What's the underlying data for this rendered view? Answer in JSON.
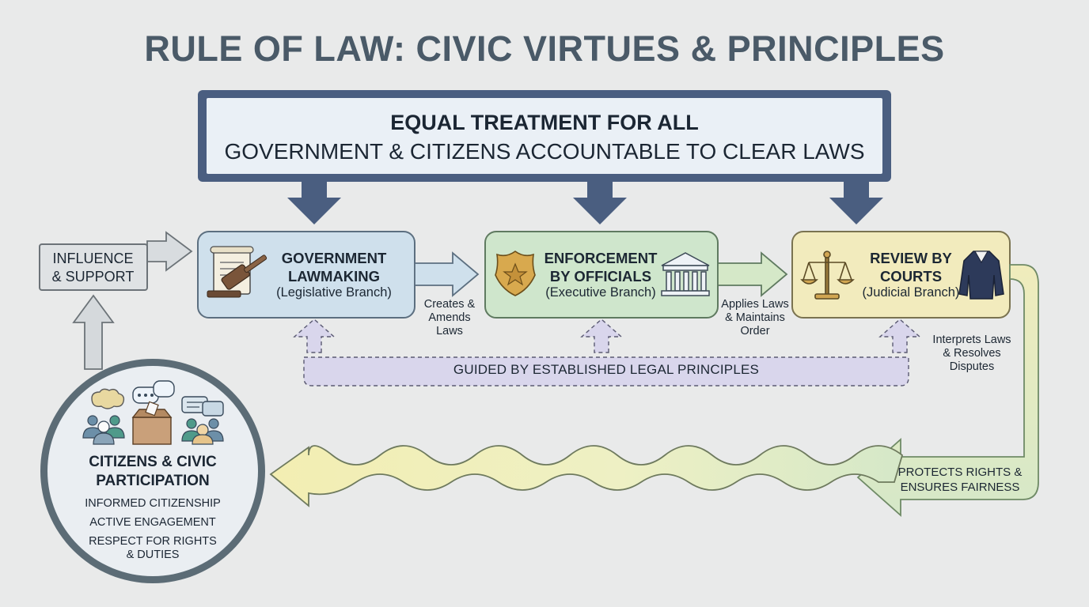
{
  "title": "RULE OF LAW: CIVIC VIRTUES & PRINCIPLES",
  "banner": {
    "line1": "EQUAL TREATMENT FOR ALL",
    "line2": "GOVERNMENT & CITIZENS ACCOUNTABLE TO CLEAR LAWS"
  },
  "branches": [
    {
      "title": "GOVERNMENT\nLAWMAKING",
      "subtitle": "(Legislative Branch)",
      "fill": "#cfe0ec",
      "icon": "gavel-scroll-icon"
    },
    {
      "title": "ENFORCEMENT\nBY OFFICIALS",
      "subtitle": "(Executive Branch)",
      "fill": "#cfe6cc",
      "icon": "badge-building-icon"
    },
    {
      "title": "REVIEW BY\nCOURTS",
      "subtitle": "(Judicial Branch)",
      "fill": "#f2ebbd",
      "icon": "scales-robe-icon"
    }
  ],
  "connectors": {
    "creates": "Creates &\nAmends\nLaws",
    "applies": "Applies Laws\n& Maintains\nOrder",
    "interprets": "Interprets Laws\n& Resolves\nDisputes"
  },
  "influence": "INFLUENCE\n& SUPPORT",
  "guided": "GUIDED BY ESTABLISHED LEGAL PRINCIPLES",
  "protects": "PROTECTS RIGHTS &\nENSURES FAIRNESS",
  "citizens": {
    "title": "CITIZENS & CIVIC\nPARTICIPATION",
    "items": [
      "INFORMED CITIZENSHIP",
      "ACTIVE ENGAGEMENT",
      "RESPECT FOR RIGHTS\n& DUTIES"
    ],
    "icons": [
      "discussion-group-icon",
      "ballot-box-icon",
      "community-chat-icon"
    ]
  },
  "colors": {
    "title": "#4a5a68",
    "banner_border": "#4a5e80",
    "down_arrow": "#4a5e80",
    "guided_band": "#d9d6ec",
    "flow_arrow_start": "#f3eeb2",
    "flow_arrow_end": "#d5e8c8"
  }
}
